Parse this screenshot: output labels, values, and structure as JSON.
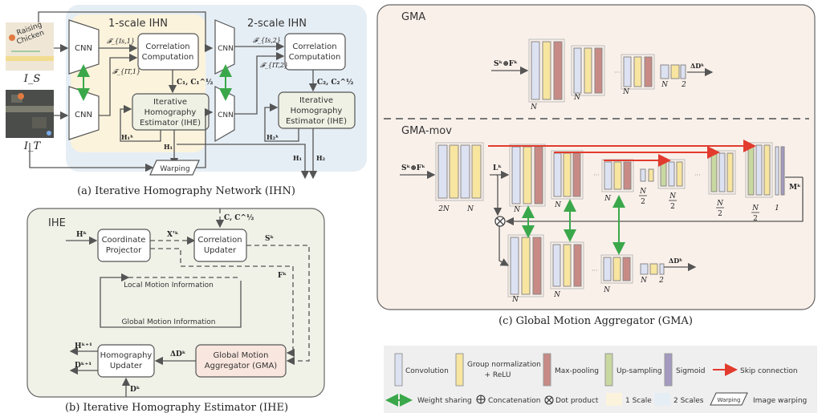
{
  "colors": {
    "panel_a_outer": "#e6eef5",
    "panel_a_inner": "#fbf3dc",
    "panel_b": "#f0f2e8",
    "panel_c": "#faf0ea",
    "legend_bg": "#efefef",
    "conv": "#dde2f2",
    "gn": "#f7e5a0",
    "maxpool": "#c88a85",
    "upsample": "#c8d8a0",
    "sigmoid": "#a49ac0",
    "skip": "#e23b2e",
    "weight_share": "#3aa84a",
    "ihe_box": "#eef1e4",
    "gma_box": "#f9e6de"
  },
  "panel_a": {
    "scale1_title": "1-scale IHN",
    "scale2_title": "2-scale IHN",
    "input_source_label": "I_S",
    "input_target_label": "I_T",
    "cnn_label": "CNN",
    "corr_label_1": "Correlation",
    "corr_label_2": "Computation",
    "ihe_line1": "Iterative",
    "ihe_line2": "Homography",
    "ihe_line3": "Estimator (IHE)",
    "feat_s1": "𝓕_{Is,1}",
    "feat_t1": "𝓕_{IT,1}",
    "feat_s2": "𝓕_{Is,2}",
    "feat_t2": "𝓕_{IT,2}",
    "c1": "C₁, C₁^½",
    "c2": "C₂, C₂^½",
    "h1k": "H₁ᵏ",
    "h2k": "H₂ᵏ",
    "h1": "H₁",
    "h2": "H₂",
    "warping": "Warping",
    "caption": "(a) Iterative Homography Network (IHN)"
  },
  "panel_b": {
    "title": "IHE",
    "hk": "Hᵏ",
    "coord_line1": "Coordinate",
    "coord_line2": "Projector",
    "xk": "X'ᵏ",
    "c_in": "C, C^½",
    "corr_line1": "Correlation",
    "corr_line2": "Updater",
    "sk": "Sᵏ",
    "fk": "Fᵏ",
    "local_motion": "Local Motion Information",
    "global_motion": "Global Motion Information",
    "hk1": "Hᵏ⁺¹",
    "dk1": "Dᵏ⁺¹",
    "homo_line1": "Homography",
    "homo_line2": "Updater",
    "delta_dk": "ΔDᵏ",
    "gma_line1": "Global Motion",
    "gma_line2": "Aggregator (GMA)",
    "dk": "Dᵏ",
    "caption": "(b) Iterative Homography Estimator (IHE)"
  },
  "panel_c": {
    "gma_title": "GMA",
    "gma_mov_title": "GMA-mov",
    "input": "Sᵏ⊕Fᵏ",
    "output": "ΔDᵏ",
    "lk": "Lᵏ",
    "mk": "Mᵏ",
    "n": "N",
    "two_n": "2N",
    "two": "2",
    "one": "1",
    "half_num": "N",
    "half_den": "2",
    "ellipsis": "···",
    "caption": "(c) Global Motion Aggregator (GMA)"
  },
  "legend": {
    "items": [
      {
        "label": "Convolution"
      },
      {
        "label": "Group normalization",
        "label2": "+ ReLU"
      },
      {
        "label": "Max-pooling"
      },
      {
        "label": "Up-sampling"
      },
      {
        "label": "Sigmoid"
      },
      {
        "label": "Skip connection"
      }
    ],
    "row2": {
      "weight_sharing": "Weight sharing",
      "concat": "Concatenation",
      "dot": "Dot product",
      "scale1": "1 Scale",
      "scale2": "2 Scales",
      "warping_box": "Warping",
      "warping_label": "Image warping"
    }
  }
}
